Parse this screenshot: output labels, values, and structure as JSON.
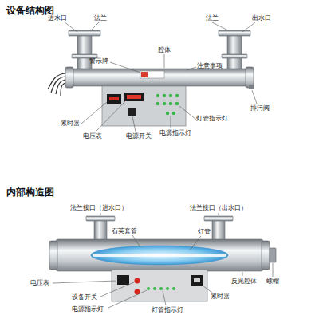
{
  "diagram": {
    "title": "设备结构图",
    "labels": [
      "进水口",
      "法兰",
      "法兰",
      "出水口",
      "腔体",
      "警示牌",
      "注意事项",
      "排污阀",
      "累时器",
      "电压表",
      "电源开关",
      "电源指示灯",
      "灯管指示灯",
      "内部构造图",
      "法兰接口（进水口）",
      "法兰接口（出水口）",
      "石英套管",
      "灯管",
      "电压表",
      "反光腔体",
      "螺帽",
      "设备开关",
      "电源指示灯",
      "灯管指示灯",
      "累时器"
    ]
  }
}
